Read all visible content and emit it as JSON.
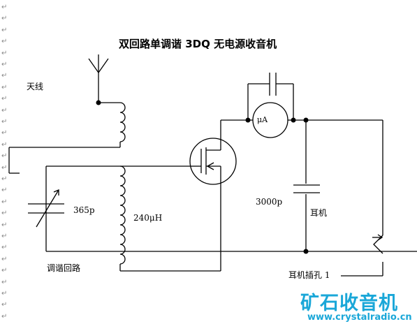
{
  "document": {
    "title": "双回路单调谐 3DQ 无电源收音机",
    "paragraph_mark": "↵",
    "paragraph_mark_count": 28
  },
  "labels": {
    "antenna": "天线",
    "capacitor_variable": "365p",
    "inductor": "240μH",
    "tuning_loop": "调谐回路",
    "capacitor_fixed": "3000p",
    "earphone": "耳机",
    "meter": "μA",
    "earphone_jack": "耳机插孔 1"
  },
  "watermark": {
    "brand": "矿石收音机",
    "url": "www.crystalradio.cn",
    "color": "#1aa7d8"
  }
}
